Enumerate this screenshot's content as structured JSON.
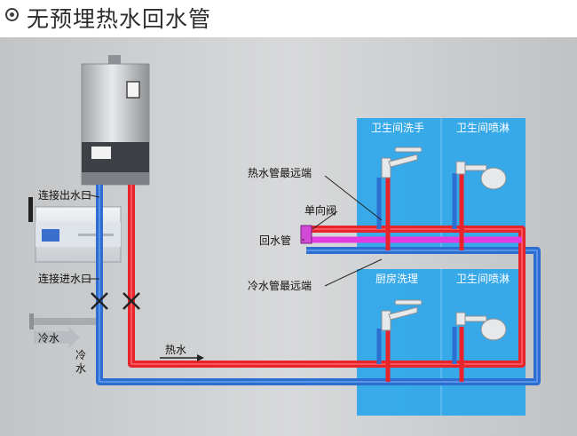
{
  "title": "无预埋热水回水管",
  "labels": {
    "outlet": "连接出水口",
    "inlet": "连接进水口",
    "cold_in_arrow": "冷水",
    "cold_vertical": "冷水",
    "hot_flow": "热水",
    "hot_far_end": "热水管最远端",
    "check_valve": "单向阀",
    "return_pipe": "回水管",
    "cold_far_end": "冷水管最远端"
  },
  "zones": [
    {
      "name": "卫生间洗手"
    },
    {
      "name": "卫生间喷淋"
    },
    {
      "name": "厨房洗理"
    },
    {
      "name": "卫生间喷淋"
    }
  ],
  "colors": {
    "hot_pipe": "#e8242a",
    "cold_pipe": "#2c6fd1",
    "return_pipe": "#e23be0",
    "zone": "#2aa6ea",
    "background": "#c9cbcd"
  }
}
